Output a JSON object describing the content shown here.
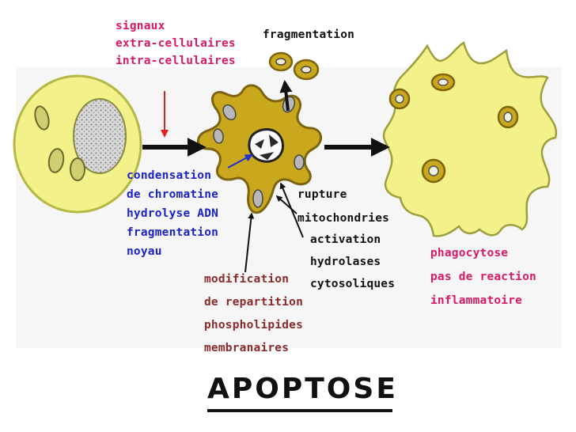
{
  "title": "APOPTOSE",
  "colors": {
    "cell_fill": "#f3f28a",
    "cell_stroke": "#b5b845",
    "apoptotic_fill": "#c9a81e",
    "apoptotic_stroke": "#7c6410",
    "arrow": "#111111",
    "red_arrow": "#e02020",
    "blue_arrow": "#2030d0",
    "label_red": "#d81a66",
    "label_blue": "#1a23c8",
    "label_black": "#111111",
    "label_brown": "#8a2a2a"
  },
  "labels": {
    "signals": [
      "signaux",
      "extra-cellulaires",
      "intra-cellulaires"
    ],
    "fragmentation": "fragmentation",
    "nucleus": [
      "condensation",
      "de chromatine",
      "hydrolyse ADN",
      "fragmentation",
      "noyau"
    ],
    "rupture": [
      "rupture",
      "mitochondries"
    ],
    "activation": [
      "activation",
      "hydrolases",
      "cytosoliques"
    ],
    "membrane": [
      "modification",
      "de repartition",
      "phospholipides",
      "membranaires"
    ],
    "phagocytose": [
      "phagocytose",
      "pas de reaction",
      "inflammatoire"
    ]
  }
}
